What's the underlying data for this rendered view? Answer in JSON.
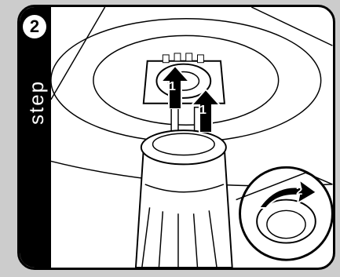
{
  "step": {
    "number": "2",
    "word": "step"
  },
  "arrows": {
    "left_label": "1",
    "right_label": "1",
    "rotate_label": "2"
  }
}
